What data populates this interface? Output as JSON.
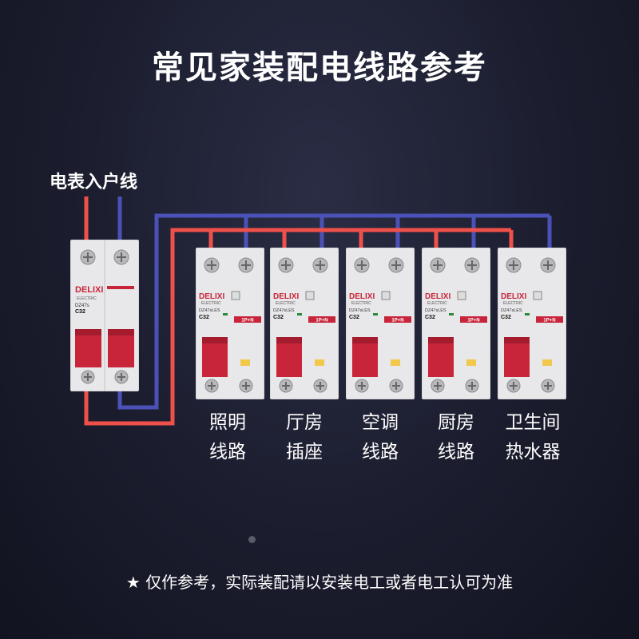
{
  "title": "常见家装配电线路参考",
  "meter_label": "电表入户线",
  "main_breaker": {
    "brand": "DELIXI",
    "sub_brand": "ELECTRIC",
    "model": "DZ47s",
    "rating": "C32"
  },
  "branch_breakers": [
    {
      "brand": "DELIXI",
      "sub_brand": "ELECTRIC",
      "model": "DZ47sLES",
      "rating": "C32",
      "poles": "1P+N",
      "circuit_line1": "照明",
      "circuit_line2": "线路"
    },
    {
      "brand": "DELIXI",
      "sub_brand": "ELECTRIC",
      "model": "DZ47sLES",
      "rating": "C32",
      "poles": "1P+N",
      "circuit_line1": "厅房",
      "circuit_line2": "插座"
    },
    {
      "brand": "DELIXI",
      "sub_brand": "ELECTRIC",
      "model": "DZ47sLES",
      "rating": "C32",
      "poles": "1P+N",
      "circuit_line1": "空调",
      "circuit_line2": "线路"
    },
    {
      "brand": "DELIXI",
      "sub_brand": "ELECTRIC",
      "model": "DZ47sLES",
      "rating": "C32",
      "poles": "1P+N",
      "circuit_line1": "厨房",
      "circuit_line2": "线路"
    },
    {
      "brand": "DELIXI",
      "sub_brand": "ELECTRIC",
      "model": "DZ47sLES",
      "rating": "C32",
      "poles": "1P+N",
      "circuit_line1": "卫生间",
      "circuit_line2": "热水器"
    }
  ],
  "footer_note": "★ 仅作参考，实际装配请以安装电工或者电工认可为准",
  "colors": {
    "live_wire": "#f0504a",
    "neutral_wire": "#4a52b8",
    "handle": "#c8243a",
    "breaker_body": "#e8e8ea"
  }
}
